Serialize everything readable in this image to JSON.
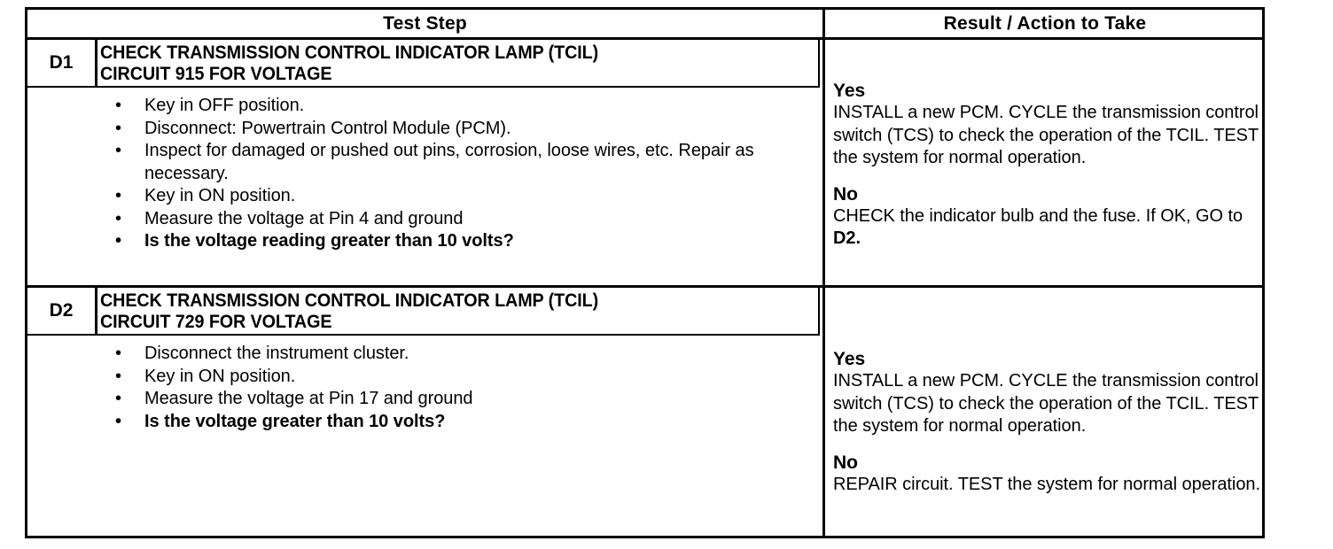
{
  "table": {
    "headers": {
      "test_step": "Test Step",
      "result_action": "Result / Action to Take"
    },
    "rows": [
      {
        "id": "D1",
        "title": "CHECK TRANSMISSION CONTROL INDICATOR LAMP (TCIL)\nCIRCUIT 915 FOR VOLTAGE",
        "bullet_marker": "•",
        "bullets": [
          {
            "text": "Key in OFF position.",
            "bold": false
          },
          {
            "text": "Disconnect: Powertrain Control Module (PCM).",
            "bold": false
          },
          {
            "text": "Inspect for damaged or pushed out pins, corrosion, loose wires, etc. Repair as necessary.",
            "bold": false
          },
          {
            "text": "Key in ON position.",
            "bold": false
          },
          {
            "text": "Measure the voltage at Pin 4 and ground",
            "bold": false
          },
          {
            "text": "Is the voltage reading greater than 10 volts?",
            "bold": true
          }
        ],
        "results": [
          {
            "label": "Yes",
            "text_parts": [
              {
                "text": "INSTALL a new PCM. CYCLE the transmission control switch (TCS) to check the operation of the TCIL. TEST the system for normal operation.",
                "bold": false
              }
            ]
          },
          {
            "label": "No",
            "text_parts": [
              {
                "text": "CHECK the indicator bulb and the fuse. If OK, GO to ",
                "bold": false
              },
              {
                "text": "D2.",
                "bold": true
              }
            ]
          }
        ]
      },
      {
        "id": "D2",
        "title": "CHECK TRANSMISSION CONTROL INDICATOR LAMP (TCIL)\nCIRCUIT 729 FOR VOLTAGE",
        "bullet_marker": "•",
        "bullets": [
          {
            "text": "Disconnect the instrument cluster.",
            "bold": false
          },
          {
            "text": "Key in ON position.",
            "bold": false
          },
          {
            "text": "Measure the voltage at Pin 17 and ground",
            "bold": false
          },
          {
            "text": "Is the voltage greater than 10 volts?",
            "bold": true
          }
        ],
        "results": [
          {
            "label": "Yes",
            "text_parts": [
              {
                "text": "INSTALL a new PCM. CYCLE the transmission control switch (TCS) to check the operation of the TCIL. TEST the system for normal operation.",
                "bold": false
              }
            ]
          },
          {
            "label": "No",
            "text_parts": [
              {
                "text": "REPAIR circuit. TEST the system for normal operation.",
                "bold": false
              }
            ]
          }
        ]
      }
    ]
  },
  "colors": {
    "border": "#000000",
    "text": "#000000",
    "background": "#ffffff"
  }
}
